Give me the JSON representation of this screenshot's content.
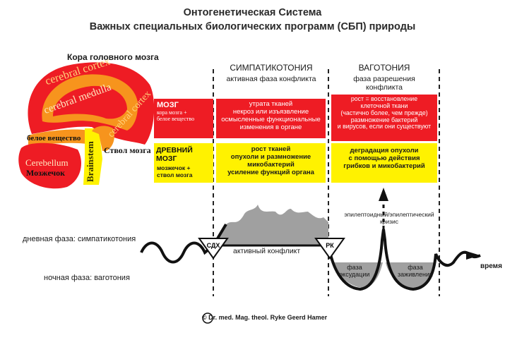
{
  "title": {
    "line1": "Онтогенетическая Система",
    "line2": "Важных специальных биологических программ (СБП) природы"
  },
  "brain": {
    "caption": "Кора головного мозга",
    "cortex_en": "cerebral cortex",
    "medulla_en": "cerebral medulla",
    "cortex_right_en": "cerebral cortex",
    "white_matter": "белое вещество",
    "cerebellum_en": "Cerebellum",
    "cerebellum_ru": "Мозжечок",
    "brainstem_en": "Brainstem",
    "brainstem_ru": "Ствол мозга"
  },
  "rows": {
    "brain_title": "МОЗГ",
    "brain_sub": "кора мозга +\nбелое вещество",
    "old_brain_title": "ДРЕВНИЙ МОЗГ",
    "old_brain_sub": "мозжечок +\nствол мозга"
  },
  "phases": {
    "sympathicotonia_title": "СИМПАТИКОТОНИЯ",
    "sympathicotonia_sub": "активная фаза конфликта",
    "vagotonia_title": "ВАГОТОНИЯ",
    "vagotonia_sub": "фаза разрешения\nконфликта"
  },
  "cells": {
    "active_red": "утрата тканей\nнекроз или изъязвление\nосмысленные функциональные\nизменения в органе",
    "active_yellow": "рост тканей\nопухоли и размножение\nмикобактерий\nусиление функций органа",
    "resolution_red": "рост = восстановление\nклеточной ткани\n(частично более, чем прежде)\nразмножение бактерий\nи вирусов, если они существуют",
    "resolution_yellow": "деградация опухоли\nс помощью действия\nгрибков и микобактерий"
  },
  "curve": {
    "day_phase": "дневная фаза: симпатикотония",
    "night_phase": "ночная фаза: ваготония",
    "time_label": "время",
    "dhs_label": "СДХ",
    "rk_label": "РК",
    "active_conflict": "активный конфликт",
    "crisis_label": "эпилептоидный/эпилептический\nкризис",
    "exudation_label": "фаза\nэксудации",
    "healing_label": "фаза\nзаживления"
  },
  "colors": {
    "red": "#ee1c24",
    "yellow": "#fff200",
    "gray": "#a0a0a0",
    "brain_orange": "#f7941d"
  },
  "copyright": "© Dr. med. Mag. theol. Ryke Geerd Hamer"
}
